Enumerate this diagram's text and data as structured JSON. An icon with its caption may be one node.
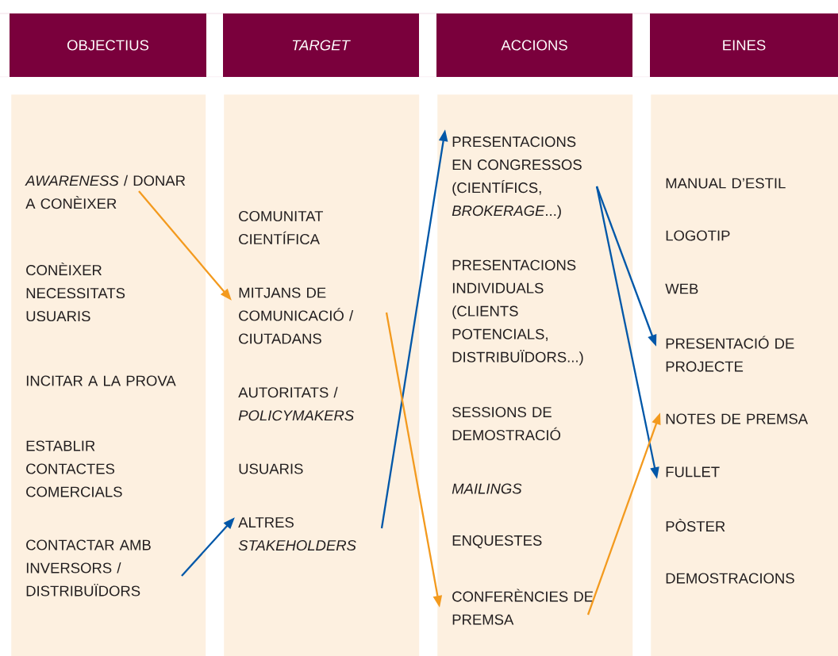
{
  "diagram": {
    "nodes": [
      {
        "text": [
          "OBJECTIUS"
        ]
      },
      {
        "text": [],
        "shape": "box"
      },
      {
        "text": [
          "*AWARENESS* / DONAR A CONÈIXER"
        ],
        "in": 1
      },
      {
        "text": [
          "CONÈIXER NECESSITATS USUARIS"
        ],
        "in": 1
      },
      {
        "text": [
          "INCITAR A LA PROVA"
        ],
        "in": 1
      },
      {
        "text": [
          "ESTABLIR CONTACTES COMERCIALS"
        ],
        "in": 1
      },
      {
        "text": [
          "CONTACTAR AMB INVERSORS / DISTRIBUÏDORS"
        ],
        "in": 1
      },
      {
        "text": [
          "*TARGET*"
        ]
      },
      {
        "text": [],
        "shape": "box"
      },
      {
        "text": [
          "COMUNITAT CIENTÍFICA"
        ],
        "in": 8
      },
      {
        "text": [
          "MITJANS DE COMUNICACIÓ / CIUTADANS"
        ],
        "in": 8
      },
      {
        "text": [
          "AUTORITATS / *POLICYMAKERS*"
        ],
        "in": 8
      },
      {
        "text": [
          "USUARIS"
        ],
        "in": 8
      },
      {
        "text": [
          "ALTRES *STAKEHOLDERS*"
        ],
        "in": 8
      },
      {
        "text": [
          "ACCIONS"
        ]
      },
      {
        "text": [],
        "shape": "box"
      },
      {
        "text": [
          "PRESENTACIONS EN CONGRESSOS (CIENTÍFICS, *BROKERAGE*...)"
        ],
        "in": 15
      },
      {
        "text": [
          "PRESENTACIONS INDIVIDUALS (CLIENTS POTENCIALS, DISTRIBUÏDORS...)"
        ],
        "in": 15
      },
      {
        "text": [
          "SESSIONS DE DEMOSTRACIÓ"
        ],
        "in": 15
      },
      {
        "text": [
          "*MAILINGS*"
        ],
        "in": 15
      },
      {
        "text": [
          "ENQUESTES"
        ],
        "in": 15
      },
      {
        "text": [
          "CONFERÈNCIES DE PREMSA"
        ],
        "in": 15
      },
      {
        "text": [
          "EINES"
        ]
      },
      {
        "text": [],
        "shape": "box"
      },
      {
        "text": [
          "MANUAL D’ESTIL"
        ],
        "in": 23
      },
      {
        "text": [
          "LOGOTIP"
        ],
        "in": 23
      },
      {
        "text": [
          "WEB"
        ],
        "in": 23
      },
      {
        "text": [
          "PRESENTACIÓ DE PROJECTE"
        ],
        "in": 23
      },
      {
        "text": [
          "NOTES DE PREMSA"
        ],
        "in": 23
      },
      {
        "text": [
          "FULLET"
        ],
        "in": 23
      },
      {
        "text": [
          "PÒSTER"
        ],
        "in": 23
      },
      {
        "text": [
          "DEMOSTRACIONS"
        ],
        "in": 23
      }
    ],
    "edges": [
      {
        "from": 2,
        "to": 10,
        "arrow": "to",
        "color": "#f39a1e"
      },
      {
        "from": 6,
        "to": 13,
        "arrow": "to"
      },
      {
        "from": 13,
        "to": 16,
        "arrow": "to"
      },
      {
        "from": 10,
        "to": 21,
        "arrow": "to",
        "color": "#f39a1e"
      },
      {
        "from": 16,
        "to": 27,
        "arrow": "to"
      },
      {
        "from": 16,
        "to": 29,
        "arrow": "to"
      },
      {
        "from": 21,
        "to": 28,
        "arrow": "to",
        "color": "#f39a1e"
      }
    ]
  }
}
